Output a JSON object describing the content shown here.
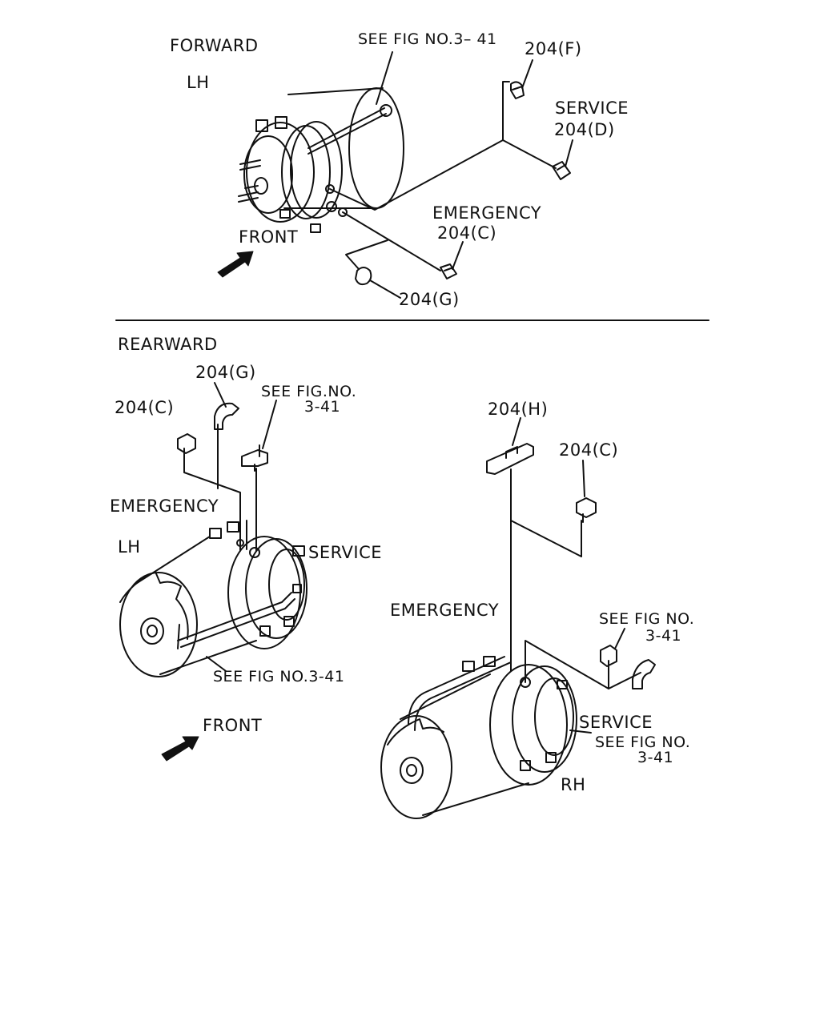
{
  "forward": {
    "title": "FORWARD",
    "side": "LH",
    "front": "FRONT",
    "see_fig": "SEE FIG NO.3– 41",
    "callout_f": "204(F)",
    "service": "SERVICE",
    "callout_d": "204(D)",
    "emergency": "EMERGENCY",
    "callout_c": "204(C)",
    "callout_g": "204(G)"
  },
  "rearward_lh": {
    "title": "REARWARD",
    "callout_g": "204(G)",
    "callout_c": "204(C)",
    "see_fig_a": "SEE FIG.NO.",
    "see_fig_a2": "3-41",
    "emergency": "EMERGENCY",
    "side": "LH",
    "service": "SERVICE",
    "see_fig_b": "SEE FIG NO.3-41",
    "front": "FRONT"
  },
  "rearward_rh": {
    "callout_h": "204(H)",
    "callout_c": "204(C)",
    "emergency": "EMERGENCY",
    "see_fig_a": "SEE FIG NO.",
    "see_fig_a2": "3-41",
    "service": "SERVICE",
    "see_fig_b": "SEE FIG NO.",
    "see_fig_b2": "3-41",
    "side": "RH"
  }
}
